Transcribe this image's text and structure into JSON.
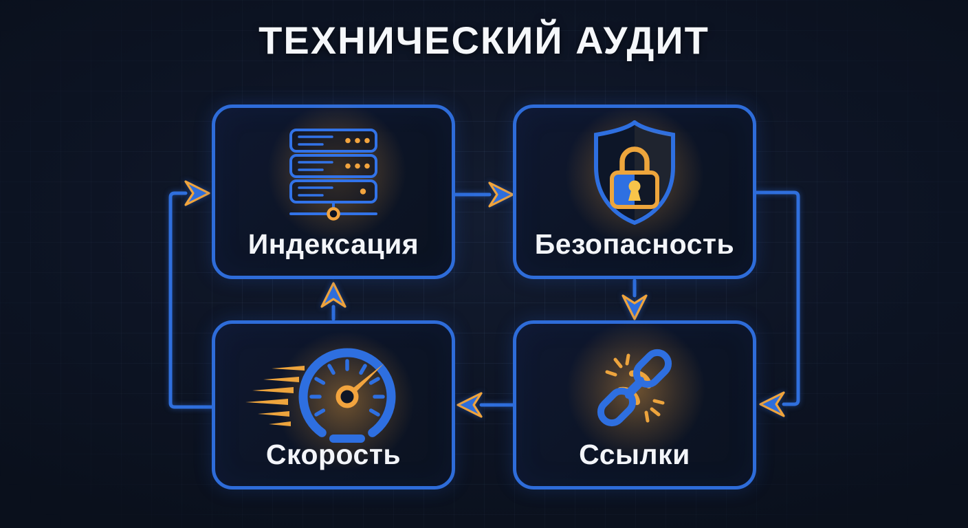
{
  "title": "ТЕХНИЧЕСКИЙ АУДИТ",
  "cards": [
    {
      "id": "indexing",
      "label": "Индексация",
      "icon": "server-icon",
      "position": "top-left"
    },
    {
      "id": "security",
      "label": "Безопасность",
      "icon": "shield-lock-icon",
      "position": "top-right"
    },
    {
      "id": "speed",
      "label": "Скорость",
      "icon": "speedometer-icon",
      "position": "bottom-left"
    },
    {
      "id": "links",
      "label": "Ссылки",
      "icon": "broken-link-icon",
      "position": "bottom-right"
    }
  ],
  "flow": {
    "type": "cycle",
    "edges": [
      {
        "from": "Индексация",
        "to": "Безопасность",
        "route": "inner-top",
        "direction": "right"
      },
      {
        "from": "Безопасность",
        "to": "Ссылки",
        "route": "inner-right",
        "direction": "down"
      },
      {
        "from": "Ссылки",
        "to": "Скорость",
        "route": "inner-bottom",
        "direction": "left"
      },
      {
        "from": "Скорость",
        "to": "Индексация",
        "route": "inner-left",
        "direction": "up"
      },
      {
        "from": "Скорость",
        "to": "Индексация",
        "route": "outer-left-loop",
        "direction": "right"
      },
      {
        "from": "Безопасность",
        "to": "Ссылки",
        "route": "outer-right-loop",
        "direction": "left"
      }
    ]
  },
  "colors": {
    "background": "#0c1322",
    "card_fill": "#0d1526",
    "card_border": "#2e6cd9",
    "accent_blue": "#2f6fdd",
    "accent_orange": "#f0a43c",
    "text": "#f3f5f9"
  }
}
